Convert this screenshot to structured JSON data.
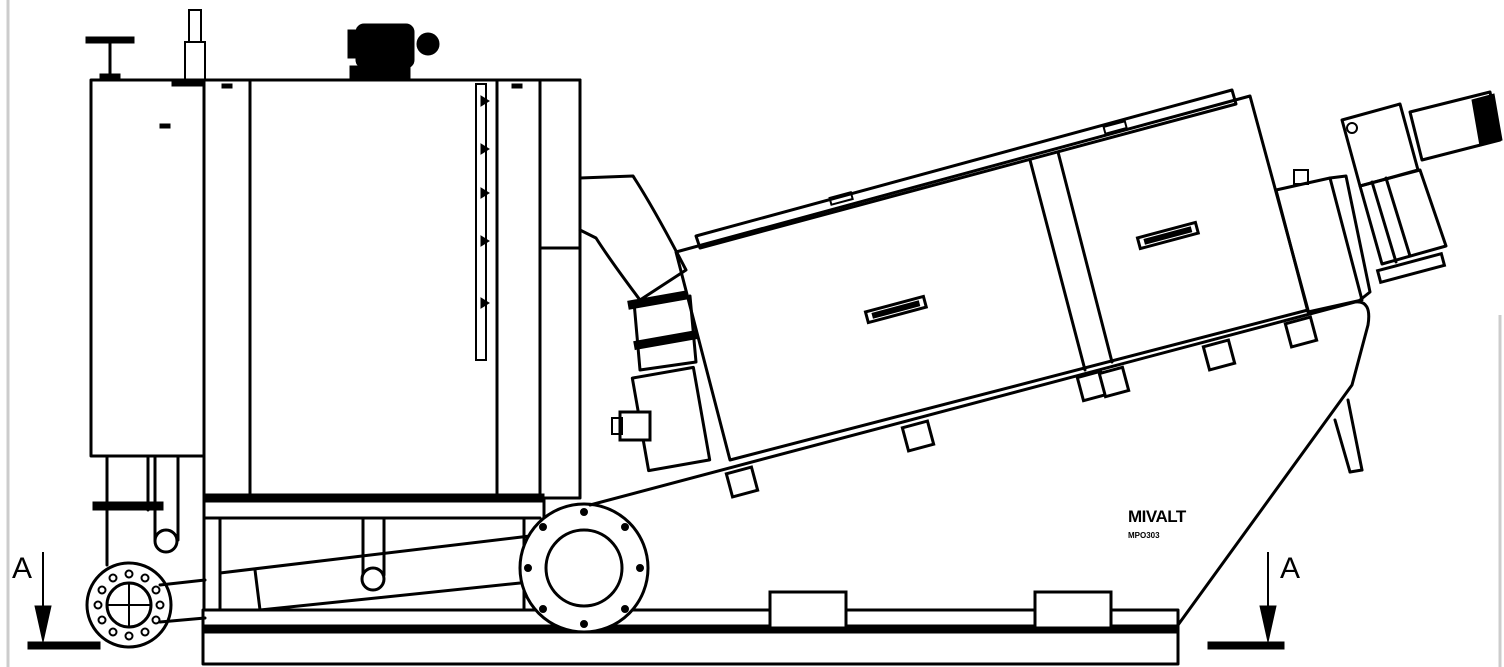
{
  "drawing": {
    "section_marker_left": "A",
    "section_marker_right": "A",
    "brand_label": "MIVALT",
    "model_label": "MPO303"
  },
  "colors": {
    "line": "#000000",
    "background": "#ffffff",
    "frame_border": "#cccccc"
  }
}
